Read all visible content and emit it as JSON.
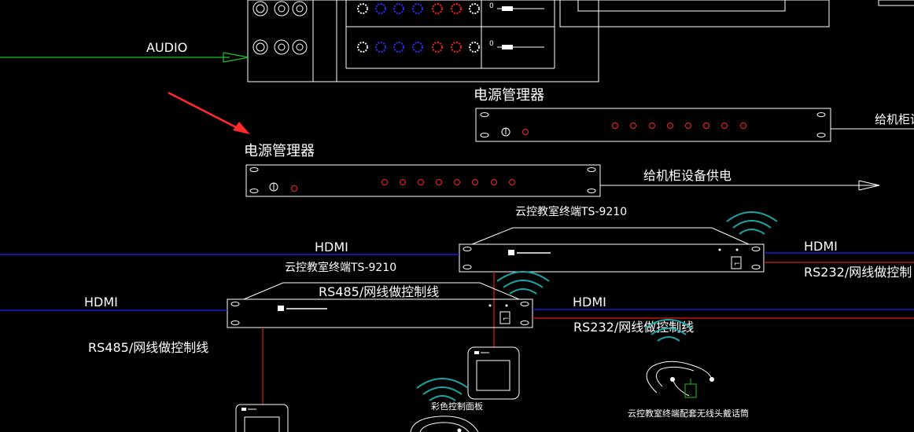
{
  "labels": {
    "audio": "AUDIO",
    "power_manager_top": "电源管理器",
    "power_manager_mid": "电源管理器",
    "cabinet_power_right": "给机柜设",
    "cabinet_power_mid": "给机柜设备供电",
    "terminal_upper": "云控教室终端TS-9210",
    "terminal_lower": "云控教室终端TS-9210",
    "hdmi_upper_left": "HDMI",
    "hdmi_upper_right": "HDMI",
    "hdmi_lower_left": "HDMI",
    "hdmi_lower_right": "HDMI",
    "rs232_upper": "RS232/网线做控制",
    "rs232_lower": "RS232/网线做控制线",
    "rs485_mid": "RS485/网线做控制线",
    "rs485_left": "RS485/网线做控制线",
    "panel_label": "彩色控制面板",
    "wireless_mic_label": "云控教室终端配套无线头戴话筒",
    "fader_zero_1": "0",
    "fader_zero_2": "0"
  },
  "colors": {
    "background": "#000000",
    "line_white": "#ffffff",
    "audio_green": "#22c02a",
    "hdmi_blue": "#2020ff",
    "control_red": "#e01818",
    "wifi_cyan": "#1aa6a6",
    "arrow_red": "#ff2a2a",
    "led_red": "#ff2020",
    "knob_blue": "#3030ff",
    "mic_green": "#20c020"
  },
  "icons": {
    "wifi": "wifi-icon",
    "power_switch": "power-switch-icon",
    "terminal_logo": "terminal-logo-icon",
    "knob": "knob-icon",
    "connector": "xlr-connector-icon",
    "headset": "headset-mic-icon",
    "pointer": "red-arrow-icon"
  }
}
